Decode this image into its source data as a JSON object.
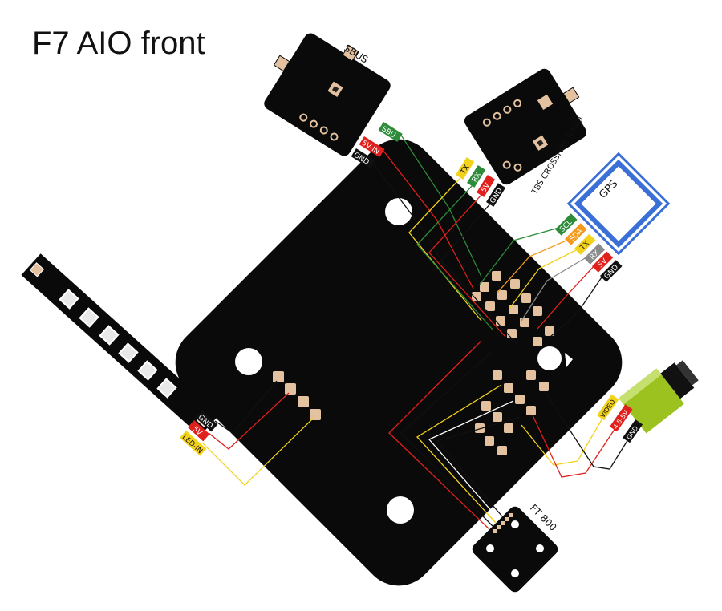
{
  "title": "F7 AIO front",
  "sbus": {
    "name": "SBUS",
    "pins": [
      "SBU",
      "5V-IN",
      "GND"
    ]
  },
  "crossfire": {
    "name": "TBS CROSSFIRE NANO",
    "pins": [
      "TX",
      "RX",
      "5V",
      "GND"
    ]
  },
  "gps": {
    "name": "GPS",
    "pins": [
      "SCL",
      "SDA",
      "TX",
      "RX",
      "5V",
      "GND"
    ]
  },
  "led": {
    "pins": [
      "GND",
      "5V",
      "LED-IN"
    ]
  },
  "camera": {
    "pins": [
      "VIDEO",
      "4.5-5V",
      "GND"
    ]
  },
  "vtx": {
    "name": "FT 800"
  },
  "colors": {
    "board": "#0a0a0a",
    "pad": "#e5c29f",
    "red": "#e0201c",
    "green": "#2d8b3a",
    "yellow": "#f2d21b",
    "orange": "#f39a1e",
    "gray": "#8a8a8a",
    "gps_blue": "#3a6fd8",
    "camera_lime": "#9cc21f"
  }
}
